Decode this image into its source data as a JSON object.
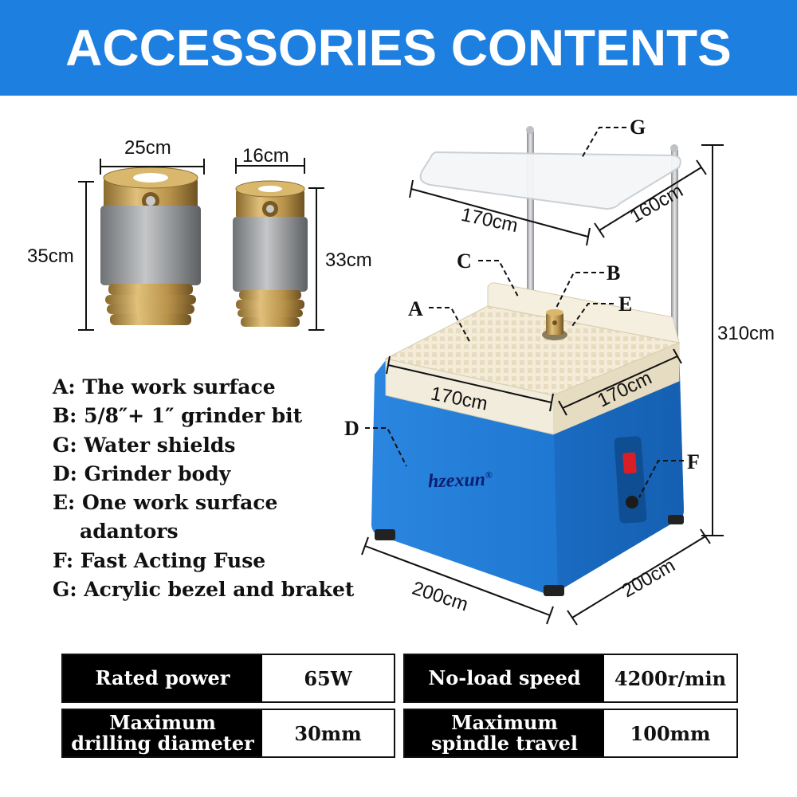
{
  "header": {
    "title": "ACCESSORIES CONTENTS"
  },
  "bits": {
    "large": {
      "width": "25cm",
      "height": "35cm"
    },
    "small": {
      "width": "16cm",
      "height": "33cm"
    }
  },
  "machine": {
    "shield_width": "170cm",
    "shield_depth": "160cm",
    "total_height": "310cm",
    "surface_width": "170cm",
    "surface_depth": "170cm",
    "base_width": "200cm",
    "base_depth": "200cm",
    "brand": "hzexun",
    "brand_mark": "®"
  },
  "callouts": [
    "G",
    "C",
    "B",
    "A",
    "E",
    "D",
    "F"
  ],
  "legend": [
    "A: The work surface",
    "B: 5/8″+ 1″ grinder bit",
    "G: Water shields",
    "D: Grinder body",
    "E: One work surface",
    "adantors",
    "F: Fast Acting Fuse",
    "G: Acrylic bezel and braket"
  ],
  "specs": [
    {
      "label": "Rated power",
      "value": "65W"
    },
    {
      "label": "No-load speed",
      "value": "4200r/min"
    },
    {
      "label_line1": "Maximum",
      "label_line2": "drilling diameter",
      "value": "30mm"
    },
    {
      "label_line1": "Maximum",
      "label_line2": "spindle travel",
      "value": "100mm"
    }
  ],
  "colors": {
    "banner": "#1d7fe0",
    "body_blue": "#1f78d1",
    "brass": "#b8924a"
  }
}
